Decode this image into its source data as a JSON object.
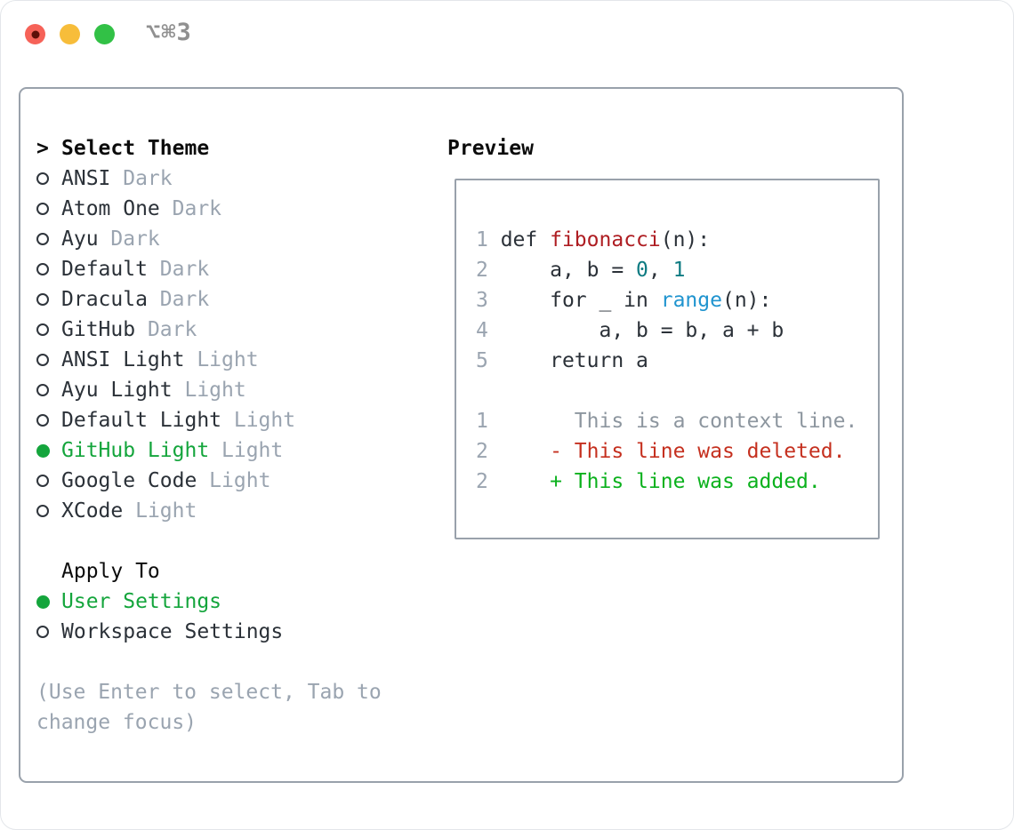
{
  "titlebar": {
    "shortcut": "⌥⌘3",
    "lights": [
      {
        "name": "close",
        "color": "#f66258",
        "has_dot": true
      },
      {
        "name": "minimize",
        "color": "#f7bd3a",
        "has_dot": false
      },
      {
        "name": "zoom",
        "color": "#32c146",
        "has_dot": false
      }
    ]
  },
  "theme_picker": {
    "cursor": ">",
    "title": "Select Theme",
    "items": [
      {
        "name": "ANSI",
        "variant": "Dark",
        "selected": false
      },
      {
        "name": "Atom One",
        "variant": "Dark",
        "selected": false
      },
      {
        "name": "Ayu",
        "variant": "Dark",
        "selected": false
      },
      {
        "name": "Default",
        "variant": "Dark",
        "selected": false
      },
      {
        "name": "Dracula",
        "variant": "Dark",
        "selected": false
      },
      {
        "name": "GitHub",
        "variant": "Dark",
        "selected": false
      },
      {
        "name": "ANSI Light",
        "variant": "Light",
        "selected": false
      },
      {
        "name": "Ayu Light",
        "variant": "Light",
        "selected": false
      },
      {
        "name": "Default Light",
        "variant": "Light",
        "selected": false
      },
      {
        "name": "GitHub Light",
        "variant": "Light",
        "selected": true
      },
      {
        "name": "Google Code",
        "variant": "Light",
        "selected": false
      },
      {
        "name": "XCode",
        "variant": "Light",
        "selected": false
      }
    ],
    "apply_to": {
      "title": "Apply To",
      "options": [
        {
          "label": "User Settings",
          "selected": true
        },
        {
          "label": "Workspace Settings",
          "selected": false
        }
      ]
    },
    "hint": "(Use Enter to select, Tab to change focus)"
  },
  "preview": {
    "title": "Preview",
    "lines": [
      {
        "segments": [
          {
            "c": "ln",
            "t": "1"
          },
          {
            "c": "code",
            "t": " def "
          },
          {
            "c": "func",
            "t": "fibonacci"
          },
          {
            "c": "code",
            "t": "(n):"
          }
        ]
      },
      {
        "segments": [
          {
            "c": "ln",
            "t": "2"
          },
          {
            "c": "code",
            "t": "     a, b = "
          },
          {
            "c": "num",
            "t": "0"
          },
          {
            "c": "code",
            "t": ", "
          },
          {
            "c": "num",
            "t": "1"
          }
        ]
      },
      {
        "segments": [
          {
            "c": "ln",
            "t": "3"
          },
          {
            "c": "code",
            "t": "     for _ in "
          },
          {
            "c": "call",
            "t": "range"
          },
          {
            "c": "code",
            "t": "(n):"
          }
        ]
      },
      {
        "segments": [
          {
            "c": "ln",
            "t": "4"
          },
          {
            "c": "code",
            "t": "         a, b = b, a + b"
          }
        ]
      },
      {
        "segments": [
          {
            "c": "ln",
            "t": "5"
          },
          {
            "c": "code",
            "t": "     return a"
          }
        ]
      },
      {
        "blank": true
      },
      {
        "segments": [
          {
            "c": "ln",
            "t": "1"
          },
          {
            "c": "ctx",
            "t": "       This is a context line."
          }
        ]
      },
      {
        "segments": [
          {
            "c": "ln",
            "t": "2"
          },
          {
            "c": "del",
            "t": "     - This line was deleted."
          }
        ]
      },
      {
        "segments": [
          {
            "c": "ln",
            "t": "2"
          },
          {
            "c": "add",
            "t": "     + This line was added."
          }
        ]
      }
    ]
  },
  "colors": {
    "accent_green": "#14a53c",
    "muted_gray": "#9aa4b0",
    "text_dark": "#2b3138",
    "border_gray": "#99a1ab",
    "syntax_function_red": "#ae1d22",
    "syntax_number_teal": "#0e7b82",
    "syntax_call_blue": "#2094cf",
    "diff_deleted_red": "#c5301f",
    "diff_added_green": "#0bb11d"
  }
}
